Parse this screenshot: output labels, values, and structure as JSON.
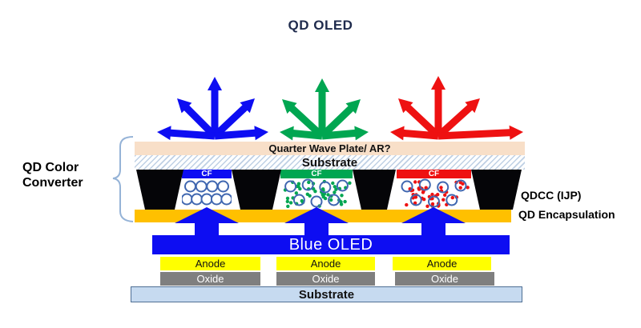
{
  "title": "QD OLED",
  "colors": {
    "blue": "#0d0df2",
    "green": "#00a651",
    "red": "#ee1111",
    "title_text": "#1f2b4d",
    "qwp_layer": "#f8dfc8",
    "qd_encapsulation": "#ffc000",
    "blue_oled": "#0d0df2",
    "anode": "#ffff00",
    "oxide": "#7f7f7f",
    "bottom_substrate": "#c6daf0",
    "bank_black": "#050508",
    "circle_outline": "#4067b0",
    "brace": "#95b3d7"
  },
  "left_label": {
    "line1": "QD Color",
    "line2": "Converter"
  },
  "layers": {
    "quarter_wave_plate": "Quarter Wave Plate/ AR?",
    "top_substrate": "Substrate",
    "blue_oled": "Blue OLED",
    "anode": "Anode",
    "oxide": "Oxide",
    "bottom_substrate": "Substrate"
  },
  "right_labels": {
    "qdcc": "QDCC (IJP)",
    "encapsulation": "QD Encapsulation"
  },
  "pixels": [
    {
      "name": "blue",
      "cf_label": "CF"
    },
    {
      "name": "green",
      "cf_label": "CF"
    },
    {
      "name": "red",
      "cf_label": "CF"
    }
  ]
}
